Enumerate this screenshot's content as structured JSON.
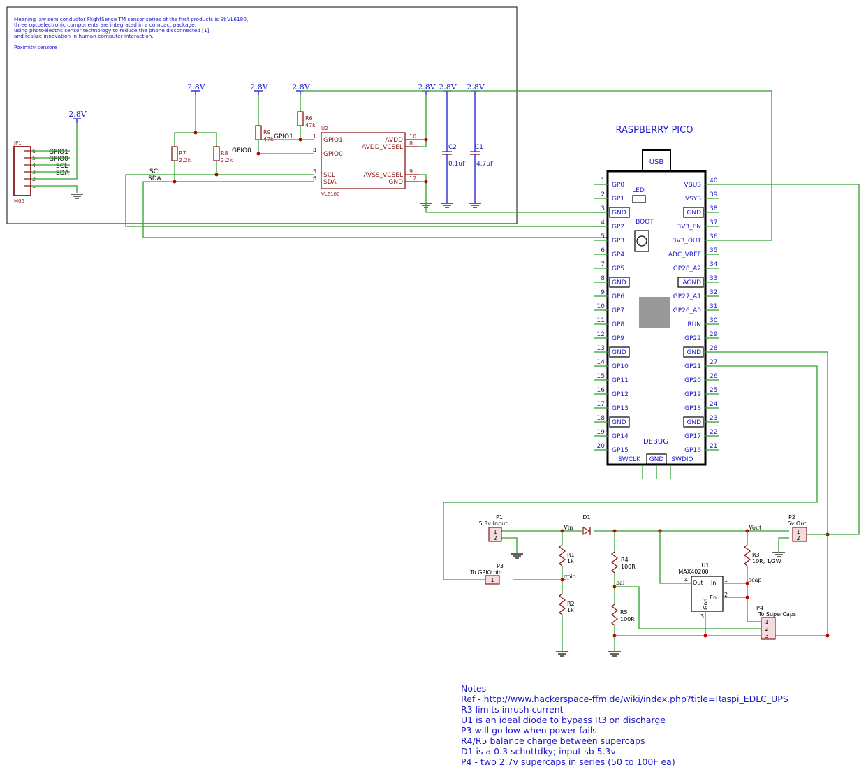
{
  "intro_text": {
    "lines": [
      "Meaning law semiconductor FlightSense TM sensor series of the first products is St VL6180,",
      "three optoelectronic components are integrated in a compact package,",
      "using photoelectric sensor technology to reduce the phone disconnected [1],",
      "and realize innovation in human-computer interaction."
    ],
    "subtitle": "Poximity senzore"
  },
  "power_labels": {
    "v28": "2.8V",
    "vin": "Vin",
    "vout": "Vout",
    "gpio_net": "gpio",
    "bal_net": "bal",
    "scap_net": "scap"
  },
  "connector_jp1": {
    "ref": "JP1",
    "value": "M06",
    "pins": [
      "6",
      "5",
      "4",
      "3",
      "2",
      "1"
    ],
    "signals": [
      "GPIO1",
      "GPIO0",
      "SCL",
      "SDA"
    ]
  },
  "resistors_top": [
    {
      "ref": "R7",
      "value": "2.2k"
    },
    {
      "ref": "R8",
      "value": "2.2k"
    },
    {
      "ref": "R9",
      "value": "47k"
    },
    {
      "ref": "R6",
      "value": "47k"
    }
  ],
  "caps": [
    {
      "ref": "C2",
      "value": "0.1uF"
    },
    {
      "ref": "C1",
      "value": "4.7uF"
    }
  ],
  "net_labels": {
    "gpio1": "GPIO1",
    "gpio0": "GPIO0",
    "scl": "SCL",
    "sda": "SDA"
  },
  "u2": {
    "ref": "U2",
    "value": "VL6180",
    "left_pins": [
      {
        "num": "1",
        "name": "GPIO1"
      },
      {
        "num": "4",
        "name": "GPIO0"
      },
      {
        "num": "5",
        "name": "SCL"
      },
      {
        "num": "6",
        "name": "SDA"
      }
    ],
    "right_pins": [
      {
        "num": "10",
        "name": "AVDD"
      },
      {
        "num": "8",
        "name": "AVDD_VCSEL"
      },
      {
        "num": "9",
        "name": "AVSS_VCSEL"
      },
      {
        "num": "12",
        "name": "GND"
      }
    ]
  },
  "pico": {
    "title": "RASPBERRY PICO",
    "usb": "USB",
    "led": "LED",
    "boot": "BOOT",
    "debug": "DEBUG",
    "debug_pins": [
      "SWCLK",
      "GND",
      "SWDIO"
    ],
    "left_pins": [
      {
        "num": "1",
        "name": "GP0"
      },
      {
        "num": "2",
        "name": "GP1"
      },
      {
        "num": "3",
        "name": "GND"
      },
      {
        "num": "4",
        "name": "GP2"
      },
      {
        "num": "5",
        "name": "GP3"
      },
      {
        "num": "6",
        "name": "GP4"
      },
      {
        "num": "7",
        "name": "GP5"
      },
      {
        "num": "8",
        "name": "GND"
      },
      {
        "num": "9",
        "name": "GP6"
      },
      {
        "num": "10",
        "name": "GP7"
      },
      {
        "num": "11",
        "name": "GP8"
      },
      {
        "num": "12",
        "name": "GP9"
      },
      {
        "num": "13",
        "name": "GND"
      },
      {
        "num": "14",
        "name": "GP10"
      },
      {
        "num": "15",
        "name": "GP11"
      },
      {
        "num": "16",
        "name": "GP12"
      },
      {
        "num": "17",
        "name": "GP13"
      },
      {
        "num": "18",
        "name": "GND"
      },
      {
        "num": "19",
        "name": "GP14"
      },
      {
        "num": "20",
        "name": "GP15"
      }
    ],
    "right_pins": [
      {
        "num": "40",
        "name": "VBUS"
      },
      {
        "num": "39",
        "name": "VSYS"
      },
      {
        "num": "38",
        "name": "GND"
      },
      {
        "num": "37",
        "name": "3V3_EN"
      },
      {
        "num": "36",
        "name": "3V3_OUT"
      },
      {
        "num": "35",
        "name": "ADC_VREF"
      },
      {
        "num": "34",
        "name": "GP28_A2"
      },
      {
        "num": "33",
        "name": "AGND"
      },
      {
        "num": "32",
        "name": "GP27_A1"
      },
      {
        "num": "31",
        "name": "GP26_A0"
      },
      {
        "num": "30",
        "name": "RUN"
      },
      {
        "num": "29",
        "name": "GP22"
      },
      {
        "num": "28",
        "name": "GND"
      },
      {
        "num": "27",
        "name": "GP21"
      },
      {
        "num": "26",
        "name": "GP20"
      },
      {
        "num": "25",
        "name": "GP19"
      },
      {
        "num": "24",
        "name": "GP18"
      },
      {
        "num": "23",
        "name": "GND"
      },
      {
        "num": "22",
        "name": "GP17"
      },
      {
        "num": "21",
        "name": "GP16"
      }
    ]
  },
  "ups": {
    "p1": {
      "ref": "P1",
      "value": "5.3v Input",
      "pins": [
        "1",
        "2"
      ]
    },
    "p2": {
      "ref": "P2",
      "value": "5v Out",
      "pins": [
        "1",
        "2"
      ]
    },
    "p3": {
      "ref": "P3",
      "value": "To GPIO pin",
      "pins": [
        "1"
      ]
    },
    "p4": {
      "ref": "P4",
      "value": "To SuperCaps",
      "pins": [
        "1",
        "2",
        "3"
      ]
    },
    "d1": {
      "ref": "D1"
    },
    "r1": {
      "ref": "R1",
      "value": "1k"
    },
    "r2": {
      "ref": "R2",
      "value": "1k"
    },
    "r3": {
      "ref": "R3",
      "value": "10R, 1/2W"
    },
    "r4": {
      "ref": "R4",
      "value": "100R"
    },
    "r5": {
      "ref": "R5",
      "value": "100R"
    },
    "u1": {
      "ref": "U1",
      "value": "MAX40200",
      "pins": {
        "out": "Out",
        "in": "In",
        "en": "En",
        "gnd": "Gnd"
      },
      "nums": {
        "out": "4",
        "in": "1",
        "en": "2",
        "gnd": "3"
      }
    }
  },
  "notes": {
    "title": "Notes",
    "lines": [
      "Ref - http://www.hackerspace-ffm.de/wiki/index.php?title=Raspi_EDLC_UPS",
      "R3 limits inrush current",
      "U1 is an ideal diode to bypass R3 on discharge",
      "P3 will go low when power fails",
      "R4/R5 balance charge between supercaps",
      "D1 is a 0.3 schottdky; input sb 5.3v",
      "P4 - two 2.7v supercaps in series (50 to 100F ea)"
    ]
  }
}
